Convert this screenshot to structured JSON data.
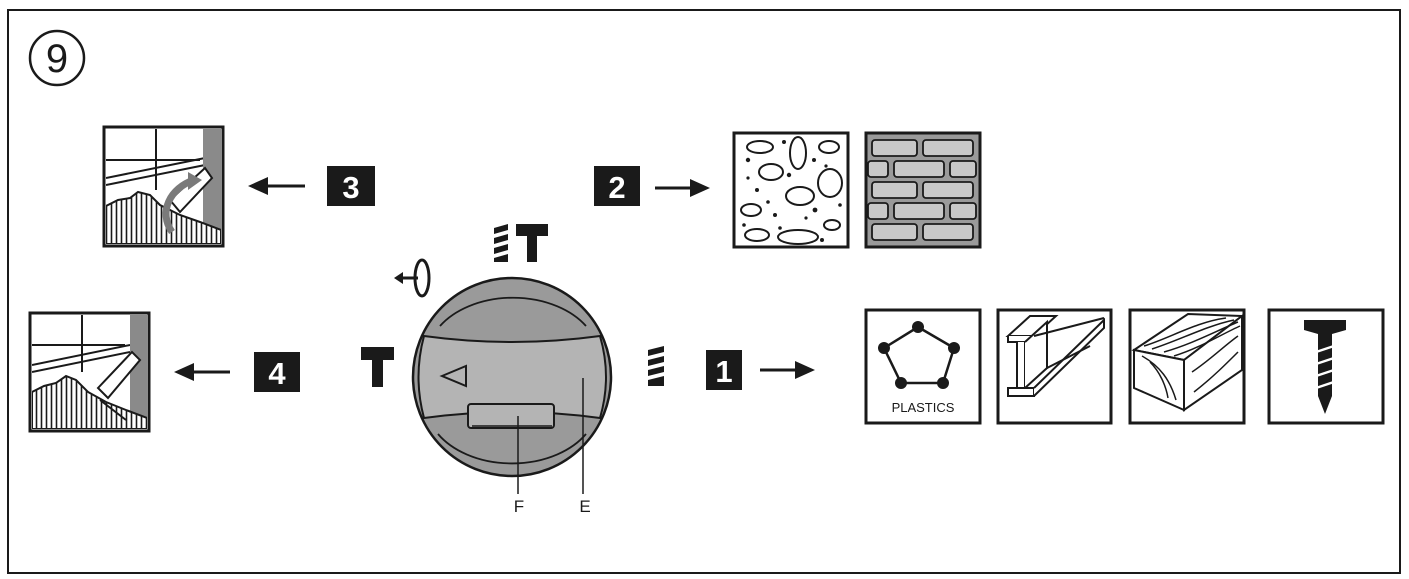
{
  "figure": {
    "number": "9"
  },
  "settings": [
    {
      "number": "1",
      "mode": "rotary drilling"
    },
    {
      "number": "2",
      "mode": "hammer drilling"
    },
    {
      "number": "3",
      "mode": "chiselling, chisel position adjustment"
    },
    {
      "number": "4",
      "mode": "chiselling"
    }
  ],
  "selector": {
    "label_f": "F",
    "label_e": "E"
  },
  "materials": {
    "plastics_label": "PLASTICS"
  },
  "colors": {
    "line": "#1a1a1a",
    "knob_body": "#9a9a9a",
    "knob_band": "#b4b4b4",
    "brick_fill": "#c8c8c8",
    "background": "#ffffff"
  },
  "icons": [
    "rotation-stop-icon",
    "drill-icon",
    "hammer-icon",
    "drill-hammer-icon",
    "concrete-icon",
    "brick-icon",
    "plastics-icon",
    "steel-beam-icon",
    "wood-icon",
    "screw-icon",
    "chisel-adjust-icon",
    "chisel-icon"
  ]
}
